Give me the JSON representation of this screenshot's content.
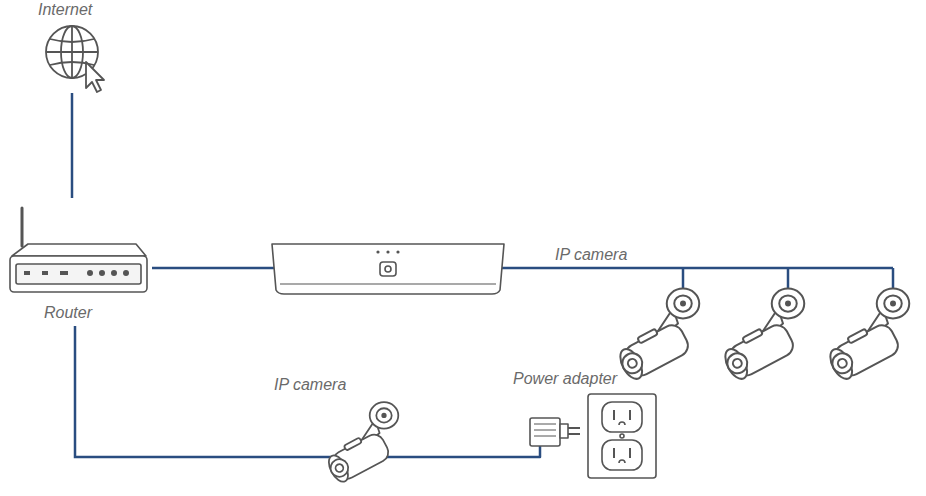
{
  "diagram": {
    "nodes": [
      {
        "text": [
          "Internet"
        ]
      },
      {
        "text": [
          "Router"
        ]
      },
      {
        "text": [
          "IP camera"
        ]
      },
      {
        "text": [
          "IP camera"
        ]
      },
      {
        "text": [
          "Power adapter"
        ]
      }
    ],
    "edges": [
      {
        "from": 0,
        "to": 1,
        "arrow": "none"
      },
      {
        "from": 1,
        "to": 2,
        "arrow": "none"
      },
      {
        "from": 1,
        "to": 3,
        "arrow": "none"
      },
      {
        "from": 3,
        "to": 4,
        "arrow": "none"
      }
    ]
  }
}
